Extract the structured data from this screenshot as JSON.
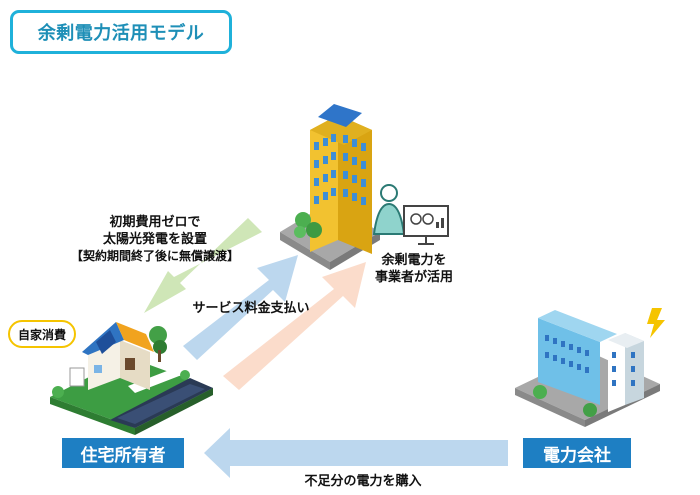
{
  "title": "余剰電力活用モデル",
  "labels": {
    "install_line1": "初期費用ゼロで",
    "install_line2": "太陽光発電を設置",
    "install_line3": "【契約期間終了後に無償譲渡】",
    "surplus_line1": "余剰電力を",
    "surplus_line2": "事業者が活用",
    "service_fee": "サービス料金支払い",
    "self_consumption": "自家消費",
    "shortage": "不足分の電力を購入"
  },
  "actors": {
    "homeowner": "住宅所有者",
    "power_company": "電力会社"
  },
  "colors": {
    "title_border": "#1fb1da",
    "title_text": "#1e8fb7",
    "badge": "#1e7fc3",
    "arrow_green": "#cfe6b7",
    "arrow_blue": "#bcd7ee",
    "arrow_peach": "#fbdccb",
    "oval_border": "#f5c400"
  }
}
